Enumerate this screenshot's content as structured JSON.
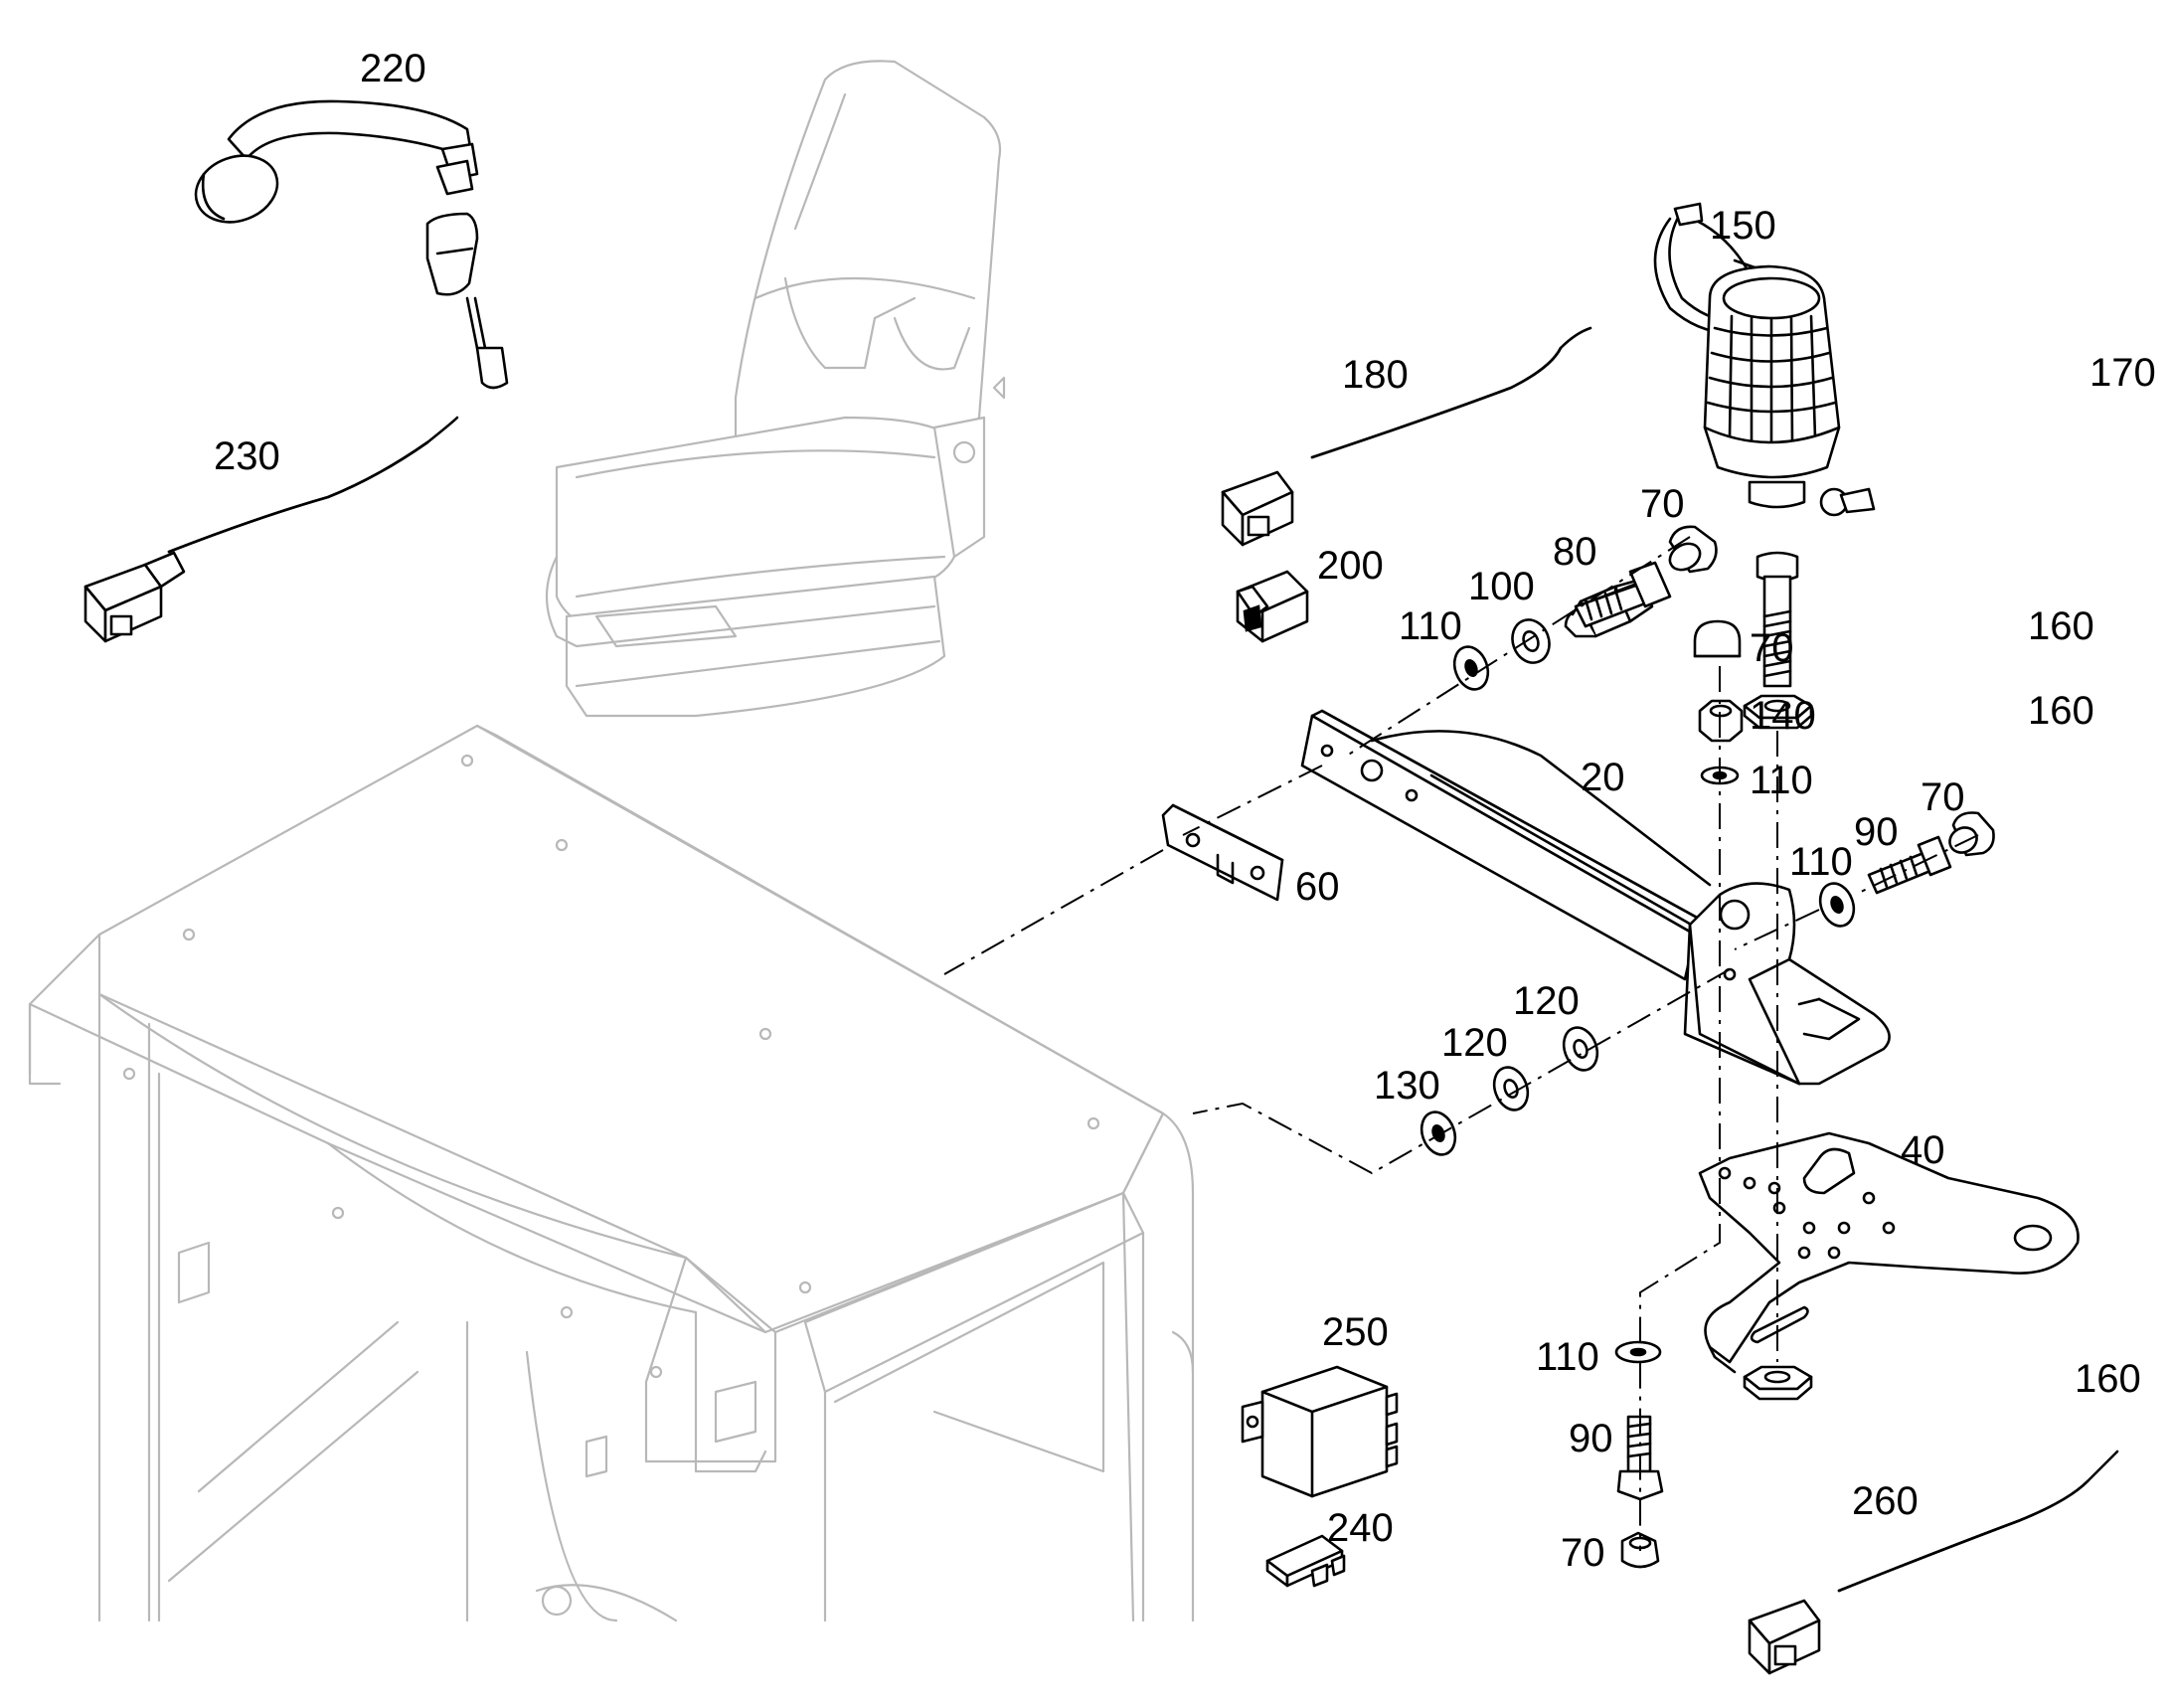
{
  "callouts": [
    {
      "id": "c220",
      "label": "220"
    },
    {
      "id": "c230",
      "label": "230"
    },
    {
      "id": "c180",
      "label": "180"
    },
    {
      "id": "c200",
      "label": "200"
    },
    {
      "id": "c150",
      "label": "150"
    },
    {
      "id": "c170",
      "label": "170"
    },
    {
      "id": "c70a",
      "label": "70"
    },
    {
      "id": "c80",
      "label": "80"
    },
    {
      "id": "c100",
      "label": "100"
    },
    {
      "id": "c110a",
      "label": "110"
    },
    {
      "id": "c70b",
      "label": "70"
    },
    {
      "id": "c140",
      "label": "140"
    },
    {
      "id": "c110b",
      "label": "110"
    },
    {
      "id": "c160a",
      "label": "160"
    },
    {
      "id": "c160b",
      "label": "160"
    },
    {
      "id": "c20",
      "label": "20"
    },
    {
      "id": "c70c",
      "label": "70"
    },
    {
      "id": "c90a",
      "label": "90"
    },
    {
      "id": "c110c",
      "label": "110"
    },
    {
      "id": "c60",
      "label": "60"
    },
    {
      "id": "c120a",
      "label": "120"
    },
    {
      "id": "c120b",
      "label": "120"
    },
    {
      "id": "c130",
      "label": "130"
    },
    {
      "id": "c40",
      "label": "40"
    },
    {
      "id": "c250",
      "label": "250"
    },
    {
      "id": "c110d",
      "label": "110"
    },
    {
      "id": "c90b",
      "label": "90"
    },
    {
      "id": "c240",
      "label": "240"
    },
    {
      "id": "c70d",
      "label": "70"
    },
    {
      "id": "c160c",
      "label": "160"
    },
    {
      "id": "c260",
      "label": "260"
    }
  ]
}
